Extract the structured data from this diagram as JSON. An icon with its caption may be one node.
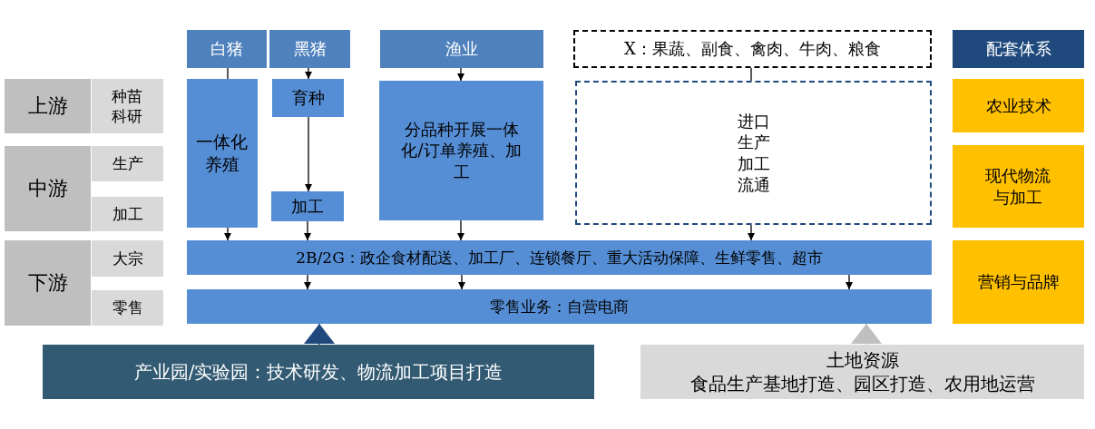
{
  "diagram": {
    "nodes": [
      {
        "text": [
          "上游"
        ]
      },
      {
        "text": [
          "种苗科研"
        ]
      },
      {
        "text": [
          "中游"
        ]
      },
      {
        "text": [
          "生产"
        ]
      },
      {
        "text": [
          "加工"
        ]
      },
      {
        "text": [
          "下游"
        ]
      },
      {
        "text": [
          "大宗"
        ]
      },
      {
        "text": [
          "零售"
        ]
      },
      {
        "text": [
          "白猪"
        ]
      },
      {
        "text": [
          "黑猪"
        ]
      },
      {
        "text": [
          "一体化养殖"
        ]
      },
      {
        "text": [
          "育种"
        ]
      },
      {
        "text": [
          "加工"
        ]
      },
      {
        "text": [
          "渔业"
        ]
      },
      {
        "text": [
          "分品种开展一体化/订单养殖、加工"
        ]
      },
      {
        "text": [
          "X：果蔬、副食、禽肉、牛肉、粮食"
        ]
      },
      {
        "text": [
          "进口生产加工流通"
        ]
      },
      {
        "text": [
          "2B/2G：政企食材配送、加工厂、连锁餐厅、重大活动保障、生鲜零售、超市"
        ]
      },
      {
        "text": [
          "零售业务：自营电商"
        ]
      },
      {
        "text": [
          "配套体系"
        ]
      },
      {
        "text": [
          "农业技术"
        ]
      },
      {
        "text": [
          "现代物流与加工"
        ]
      },
      {
        "text": [
          "营销与品牌"
        ]
      },
      {
        "text": [
          "产业园/实验园：技术研发、物流加工项目打造"
        ]
      },
      {
        "text": [
          "土地资源",
          "食品生产基地打造、园区打造、农用地运营"
        ]
      }
    ],
    "edges": [
      {
        "from": 8,
        "to": 10,
        "arrow": "none"
      },
      {
        "from": 9,
        "to": 11,
        "arrow": "to"
      },
      {
        "from": 11,
        "to": 12,
        "arrow": "to"
      },
      {
        "from": 10,
        "to": 17,
        "arrow": "to"
      },
      {
        "from": 12,
        "to": 17,
        "arrow": "to"
      },
      {
        "from": 13,
        "to": 14,
        "arrow": "to"
      },
      {
        "from": 14,
        "to": 17,
        "arrow": "to"
      },
      {
        "from": 15,
        "to": 16,
        "arrow": "none"
      },
      {
        "from": 16,
        "to": 17,
        "arrow": "to"
      },
      {
        "from": 17,
        "to": 18,
        "arrow": "to"
      },
      {
        "from": 17,
        "to": 18,
        "arrow": "to"
      },
      {
        "from": 17,
        "to": 18,
        "arrow": "to"
      },
      {
        "from": 23,
        "to": 18,
        "arrow": "to",
        "color": "#1f497d"
      },
      {
        "from": 24,
        "to": 18,
        "arrow": "to",
        "color": "#bfbfbf"
      }
    ]
  }
}
